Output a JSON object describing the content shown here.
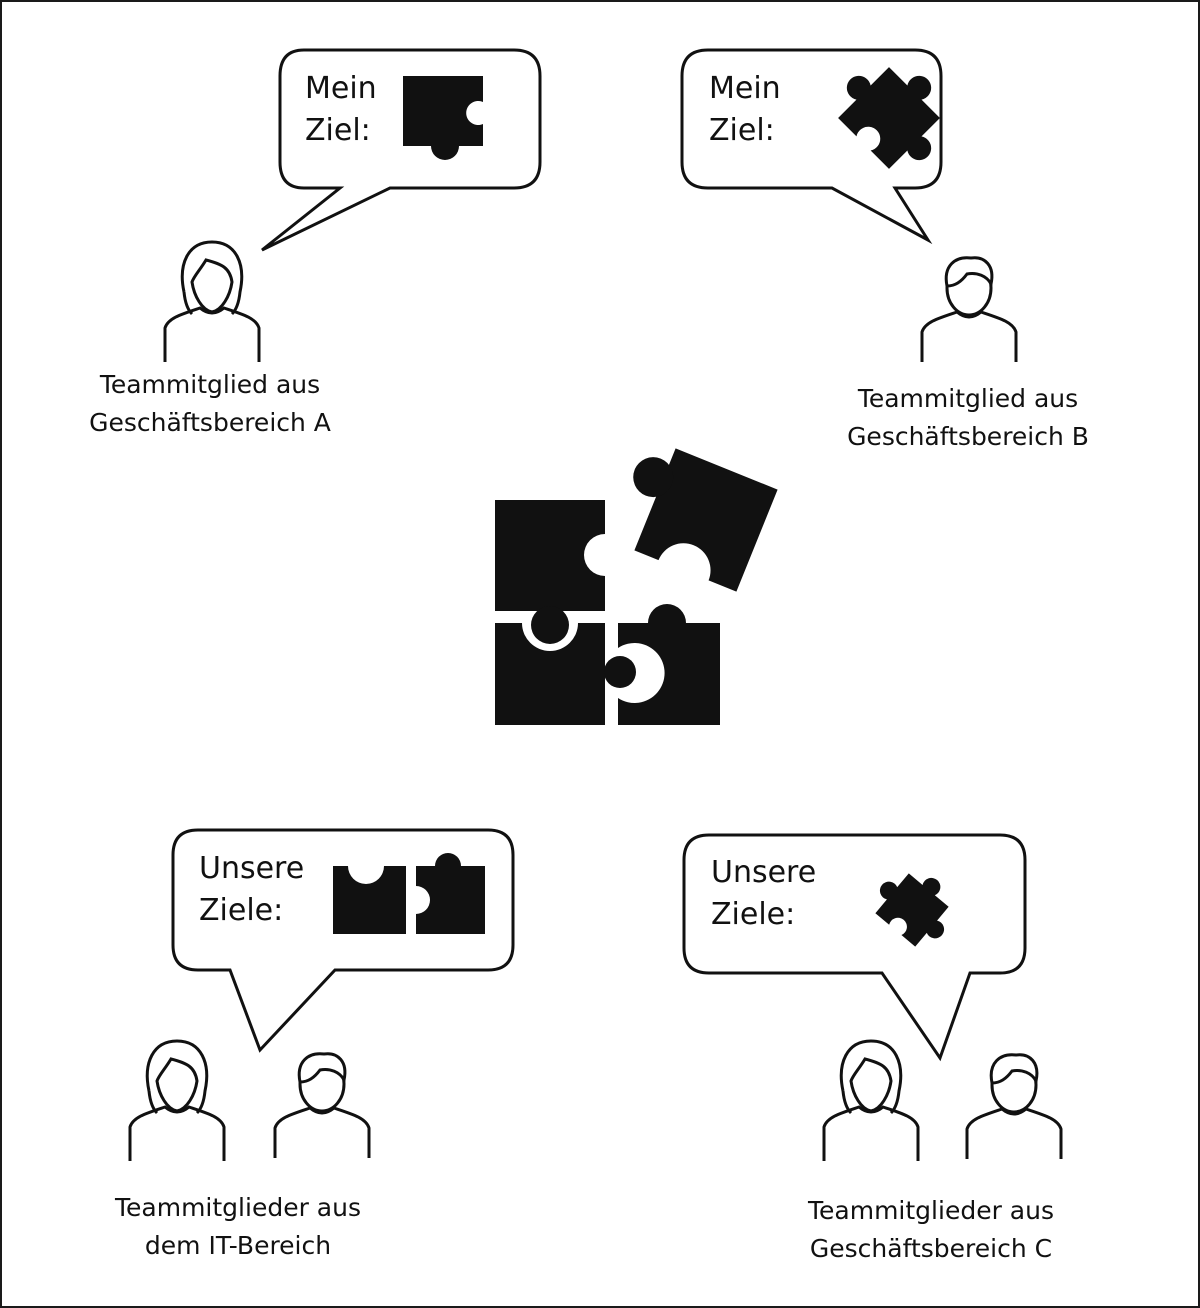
{
  "colors": {
    "ink": "#111111",
    "background": "#ffffff",
    "frame": "#1a1a1a"
  },
  "groups": [
    {
      "bubble_text": "Mein\nZiel:",
      "label": "Teammitglied aus\nGeschäftsbereich A",
      "people": [
        "female-person-icon"
      ],
      "goal_piece": "puzzle-piece-square-icon"
    },
    {
      "bubble_text": "Mein\nZiel:",
      "label": "Teammitglied aus\nGeschäftsbereich B",
      "people": [
        "male-person-icon"
      ],
      "goal_piece": "puzzle-piece-rotated-icon"
    },
    {
      "bubble_text": "Unsere\nZiele:",
      "label": "Teammitglieder aus\ndem IT-Bereich",
      "people": [
        "female-person-icon",
        "male-person-icon"
      ],
      "goal_piece": "puzzle-pieces-pair-icon"
    },
    {
      "bubble_text": "Unsere\nZiele:",
      "label": "Teammitglieder aus\nGeschäftsbereich C",
      "people": [
        "female-person-icon",
        "male-person-icon"
      ],
      "goal_piece": "puzzle-piece-small-rotated-icon"
    }
  ],
  "center": {
    "icon": "assembled-puzzle-icon"
  }
}
